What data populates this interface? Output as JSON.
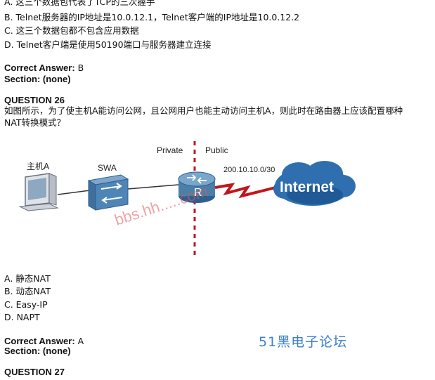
{
  "prev_question": {
    "options": [
      "A. 这三个数据包代表了TCP的三次握手",
      "B. Telnet服务器的IP地址是10.0.12.1，Telnet客户端的IP地址是10.0.12.2",
      "C. 这三个数据包都不包含应用数据",
      "D. Telnet客户端是使用50190端口与服务器建立连接"
    ],
    "correct_label": "Correct Answer:",
    "correct_value": "B",
    "section_label": "Section: (none)"
  },
  "question": {
    "title": "QUESTION 26",
    "text_line1": "如图所示，为了使主机A能访问公网，且公网用户也能主动访问主机A，则此时在路由器上应该配置哪种",
    "text_line2": "NAT转换模式？",
    "diagram": {
      "private_label": "Private",
      "public_label": "Public",
      "host_label": "主机A",
      "switch_label": "SWA",
      "ip_label": "200.10.10.0/30",
      "internet_label": "Internet",
      "router_letter": "R",
      "watermark": "bbs.hh.....com"
    },
    "options": [
      "A.  静态NAT",
      "B.  动态NAT",
      "C.  Easy-IP",
      "D.  NAPT"
    ],
    "correct_label": "Correct Answer:",
    "correct_value": "A",
    "section_label": "Section: (none)"
  },
  "forum_watermark": "51黑电子论坛",
  "next_question_title": "QUESTION 27",
  "colors": {
    "router": "#4a7fa8",
    "cloud": "#2f6fb0",
    "switch": "#4f84b6",
    "divider": "#c0161c",
    "watermark": "#e05a5a",
    "forum": "#3b7fd0"
  }
}
